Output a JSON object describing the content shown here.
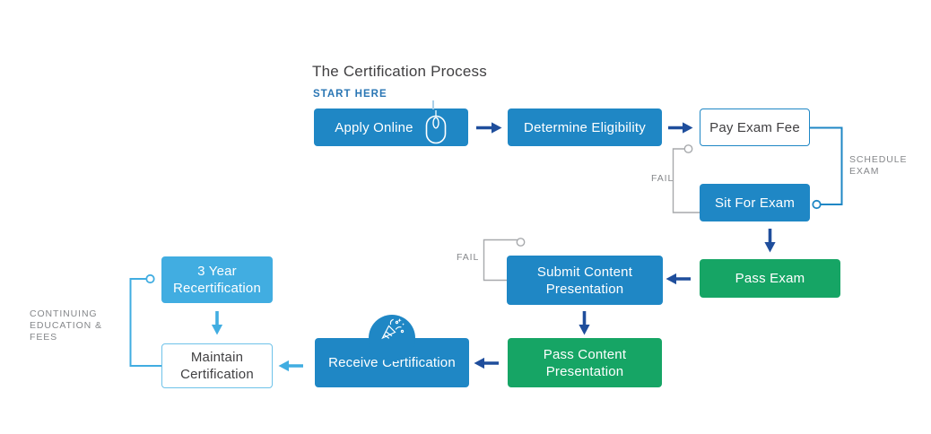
{
  "title": "The Certification Process",
  "start_label": "START HERE",
  "nodes": {
    "apply_online": "Apply Online",
    "determine_eligibility": "Determine Eligibility",
    "pay_exam_fee": "Pay Exam Fee",
    "sit_for_exam": "Sit For Exam",
    "pass_exam": "Pass Exam",
    "submit_content_presentation": "Submit Content Presentation",
    "pass_content_presentation": "Pass Content Presentation",
    "receive_certification": "Receive Certification",
    "maintain_certification": "Maintain Certification",
    "three_year_recertification": "3 Year Recertification"
  },
  "connectors": {
    "schedule_exam": "SCHEDULE EXAM",
    "fail_exam": "FAIL",
    "fail_content": "FAIL",
    "continuing_education": "CONTINUING EDUCATION & FEES"
  },
  "icons": {
    "apply_online": "mouse-icon",
    "receive_certification": "party-popper-icon"
  },
  "colors": {
    "primary_blue": "#1f87c5",
    "light_blue": "#41ade1",
    "green": "#16a565",
    "navy_arrow": "#1f4e9c",
    "gray_line": "#a7a9ac",
    "gray_label": "#85878a",
    "dark_text": "#414042",
    "start_here_blue": "#2a76b4"
  }
}
